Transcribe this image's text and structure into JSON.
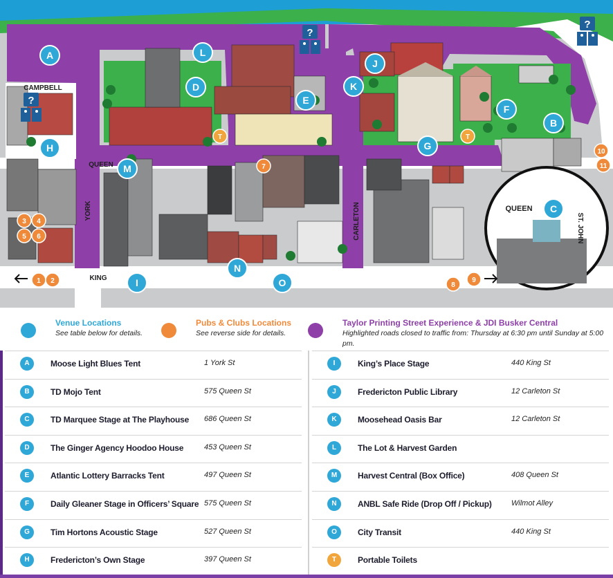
{
  "colors": {
    "venue": "#2fa8d8",
    "pub": "#ef8a3b",
    "street_experience": "#8e3fa8",
    "grass": "#3cb04a",
    "road": "#ffffff",
    "ground": "#c9cbcd",
    "toilet": "#f0a63c"
  },
  "map": {
    "streets": {
      "campbell": "CAMPBELL",
      "queen": "QUEEN",
      "york": "YORK",
      "carleton": "CARLETON",
      "king": "KING",
      "queen_inset": "QUEEN",
      "st_john": "ST. JOHN"
    },
    "venue_markers": [
      "A",
      "B",
      "C",
      "D",
      "E",
      "F",
      "G",
      "H",
      "I",
      "J",
      "K",
      "L",
      "M",
      "N",
      "O"
    ],
    "pub_markers": [
      "1",
      "2",
      "3",
      "4",
      "5",
      "6",
      "7",
      "8",
      "9",
      "10",
      "11"
    ],
    "toilet_marker": "T",
    "info_icon_glyph": "?"
  },
  "legend": {
    "venue": {
      "title": "Venue Locations",
      "subtitle": "See table below for details."
    },
    "pubs": {
      "title": "Pubs & Clubs Locations",
      "subtitle": "See reverse side for details."
    },
    "street": {
      "title": "Taylor Printing Street Experience & JDI Busker Central",
      "subtitle": "Highlighted roads closed to traffic from: Thursday at 6:30 pm until Sunday at 5:00 pm."
    }
  },
  "venues_left": [
    {
      "code": "A",
      "name": "Moose Light Blues Tent",
      "address": "1 York St"
    },
    {
      "code": "B",
      "name": "TD Mojo Tent",
      "address": "575 Queen St"
    },
    {
      "code": "C",
      "name": "TD Marquee Stage at The Playhouse",
      "address": "686 Queen St"
    },
    {
      "code": "D",
      "name": "The Ginger Agency Hoodoo House",
      "address": "453 Queen St"
    },
    {
      "code": "E",
      "name": "Atlantic Lottery Barracks Tent",
      "address": "497 Queen St"
    },
    {
      "code": "F",
      "name": "Daily Gleaner Stage in Officers’ Square",
      "address": "575 Queen St"
    },
    {
      "code": "G",
      "name": "Tim Hortons Acoustic Stage",
      "address": "527 Queen St"
    },
    {
      "code": "H",
      "name": "Fredericton’s Own Stage",
      "address": "397 Queen St"
    }
  ],
  "venues_right": [
    {
      "code": "I",
      "name": "King’s Place Stage",
      "address": "440 King St"
    },
    {
      "code": "J",
      "name": "Fredericton Public Library",
      "address": "12 Carleton St"
    },
    {
      "code": "K",
      "name": "Moosehead Oasis Bar",
      "address": "12 Carleton St"
    },
    {
      "code": "L",
      "name": "The Lot & Harvest Garden",
      "address": ""
    },
    {
      "code": "M",
      "name": "Harvest Central (Box Office)",
      "address": "408 Queen St"
    },
    {
      "code": "N",
      "name": "ANBL Safe Ride (Drop Off / Pickup)",
      "address": "Wilmot Alley"
    },
    {
      "code": "O",
      "name": "City Transit",
      "address": "440 King St"
    },
    {
      "code": "T",
      "name": "Portable Toilets",
      "address": ""
    }
  ]
}
